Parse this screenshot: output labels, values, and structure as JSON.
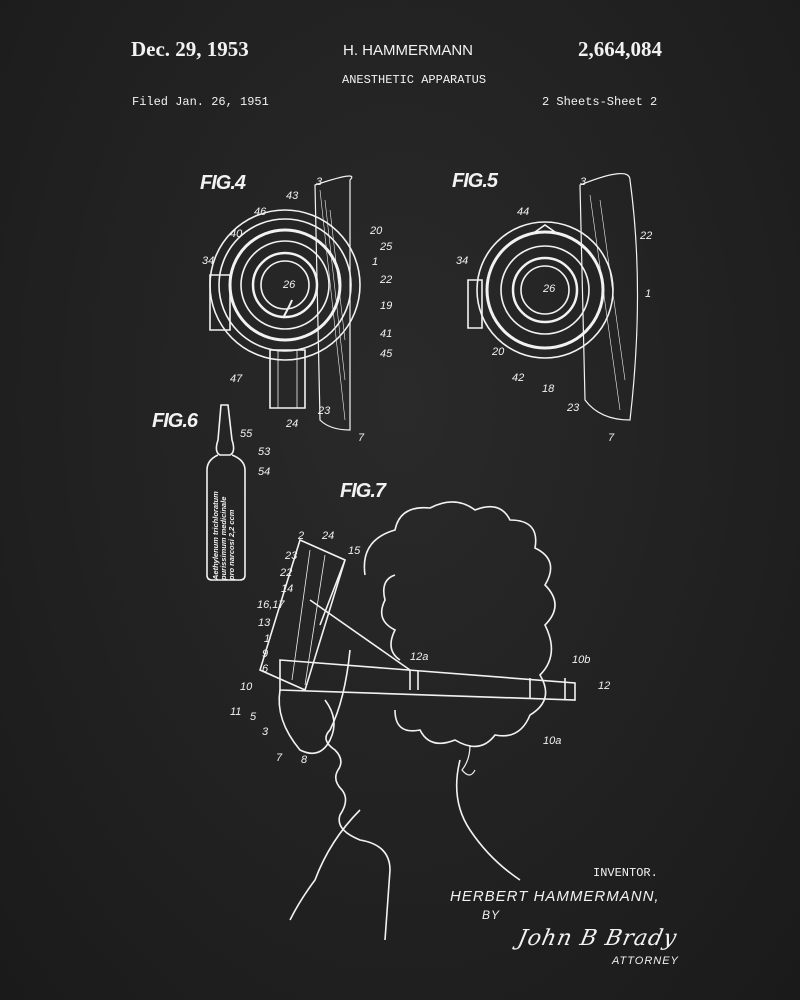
{
  "header": {
    "date": "Dec. 29, 1953",
    "inventor": "H. HAMMERMANN",
    "patent_number": "2,664,084",
    "title": "ANESTHETIC APPARATUS",
    "filed": "Filed Jan. 26, 1951",
    "sheets": "2 Sheets-Sheet 2"
  },
  "figures": {
    "fig4": {
      "label": "FIG.4",
      "numerals": [
        "3",
        "43",
        "46",
        "40",
        "20",
        "25",
        "1",
        "22",
        "26",
        "19",
        "34",
        "41",
        "45",
        "47",
        "24",
        "23",
        "7"
      ]
    },
    "fig5": {
      "label": "FIG.5",
      "numerals": [
        "3",
        "44",
        "22",
        "26",
        "1",
        "34",
        "20",
        "42",
        "18",
        "23",
        "7"
      ]
    },
    "fig6": {
      "label": "FIG.6",
      "numerals": [
        "55",
        "53",
        "54"
      ],
      "ampoule_text": [
        "Aethylenum trichloratum",
        "purissimum medicinale",
        "pro narcosi 2,2 ccm"
      ]
    },
    "fig7": {
      "label": "FIG.7",
      "numerals": [
        "2",
        "24",
        "15",
        "23",
        "22",
        "14",
        "16,17",
        "13",
        "1",
        "9",
        "6",
        "10",
        "11",
        "5",
        "3",
        "7",
        "8",
        "12a",
        "10b",
        "12",
        "10a"
      ]
    }
  },
  "signature": {
    "inventor_label": "INVENTOR.",
    "inventor_name": "HERBERT HAMMERMANN,",
    "by": "BY",
    "attorney_signature": "John B Brady",
    "attorney_label": "ATTORNEY"
  },
  "colors": {
    "background": "#232323",
    "ink": "#f2f2f2"
  }
}
